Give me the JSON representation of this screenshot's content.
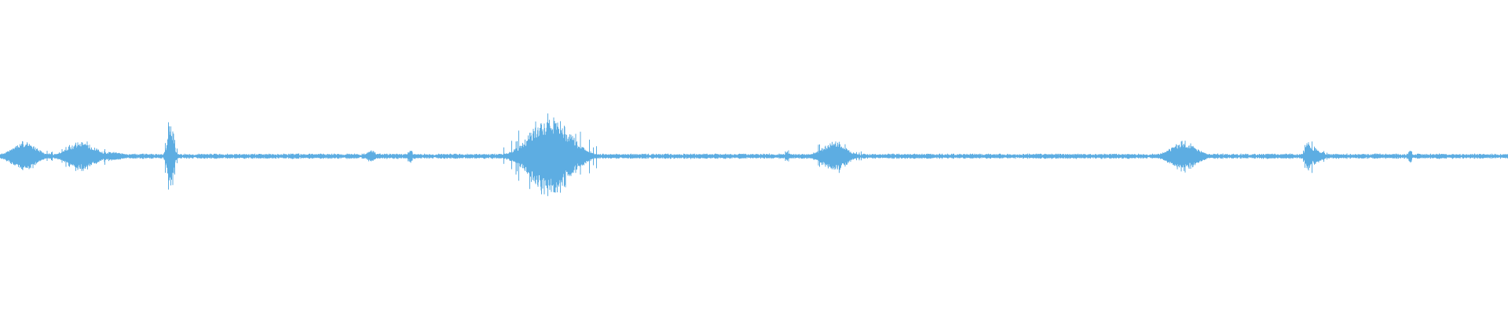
{
  "waveform": {
    "color": "#5dade2",
    "background": "#ffffff",
    "baseline_amplitude": 0.012,
    "amplitude_scale": 1.0,
    "bursts": [
      {
        "center": 0.016,
        "width": 0.016,
        "amplitude": 0.1,
        "spikiness": 0.2
      },
      {
        "center": 0.054,
        "width": 0.018,
        "amplitude": 0.1,
        "spikiness": 0.6
      },
      {
        "center": 0.074,
        "width": 0.015,
        "amplitude": 0.03,
        "spikiness": 0.3
      },
      {
        "center": 0.113,
        "width": 0.004,
        "amplitude": 0.22,
        "spikiness": 1.0
      },
      {
        "center": 0.246,
        "width": 0.006,
        "amplitude": 0.04,
        "spikiness": 0.5
      },
      {
        "center": 0.272,
        "width": 0.002,
        "amplitude": 0.05,
        "spikiness": 1.0
      },
      {
        "center": 0.365,
        "width": 0.026,
        "amplitude": 0.27,
        "spikiness": 1.0
      },
      {
        "center": 0.522,
        "width": 0.002,
        "amplitude": 0.04,
        "spikiness": 1.0
      },
      {
        "center": 0.553,
        "width": 0.016,
        "amplitude": 0.1,
        "spikiness": 0.2
      },
      {
        "center": 0.611,
        "width": 0.006,
        "amplitude": 0.015,
        "spikiness": 0.1
      },
      {
        "center": 0.785,
        "width": 0.017,
        "amplitude": 0.1,
        "spikiness": 0.2
      },
      {
        "center": 0.868,
        "width": 0.004,
        "amplitude": 0.12,
        "spikiness": 1.0
      },
      {
        "center": 0.872,
        "width": 0.01,
        "amplitude": 0.05,
        "spikiness": 0.3
      },
      {
        "center": 0.935,
        "width": 0.002,
        "amplitude": 0.04,
        "spikiness": 1.0
      }
    ]
  }
}
